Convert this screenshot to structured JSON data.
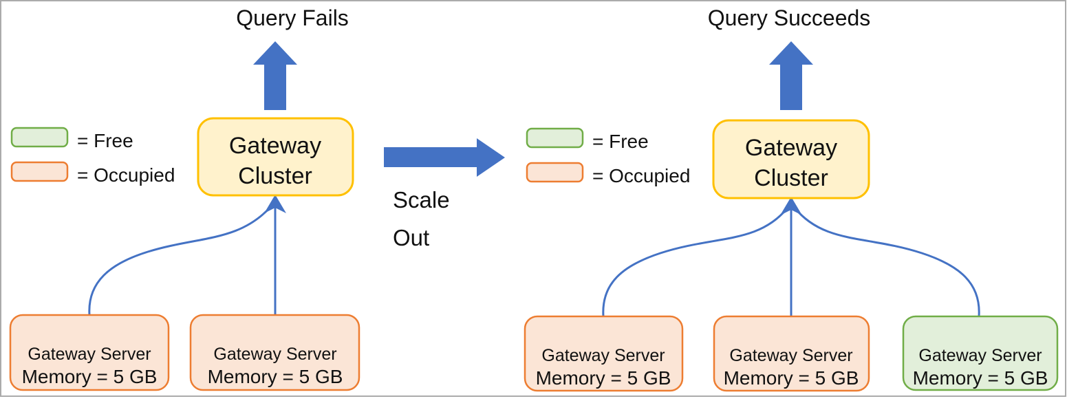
{
  "canvas": {
    "frame_color": "#ABABAB",
    "background": "#FFFFFF"
  },
  "colors": {
    "arrow_blue": "#4472C4",
    "connector_blue": "#4472C4",
    "cluster_fill": "#FFF2CC",
    "cluster_border": "#FFC000",
    "text": "#111111"
  },
  "legend": {
    "free_label": "= Free",
    "occupied_label": "= Occupied",
    "free_fill": "#E2EFDA",
    "free_border": "#70AD47",
    "occupied_fill": "#FBE5D6",
    "occupied_border": "#ED7D31"
  },
  "transition": {
    "line1": "Scale",
    "line2": "Out"
  },
  "diagrams": [
    {
      "outcome": "Query Fails",
      "cluster_line1": "Gateway",
      "cluster_line2": "Cluster",
      "servers": [
        {
          "line1": "Gateway Server",
          "line2": "Memory = 5 GB",
          "state": "occupied"
        },
        {
          "line1": "Gateway Server",
          "line2": "Memory = 5 GB",
          "state": "occupied"
        }
      ]
    },
    {
      "outcome": "Query Succeeds",
      "cluster_line1": "Gateway",
      "cluster_line2": "Cluster",
      "servers": [
        {
          "line1": "Gateway Server",
          "line2": "Memory = 5 GB",
          "state": "occupied"
        },
        {
          "line1": "Gateway Server",
          "line2": "Memory = 5 GB",
          "state": "occupied"
        },
        {
          "line1": "Gateway Server",
          "line2": "Memory = 5 GB",
          "state": "free"
        }
      ]
    }
  ]
}
